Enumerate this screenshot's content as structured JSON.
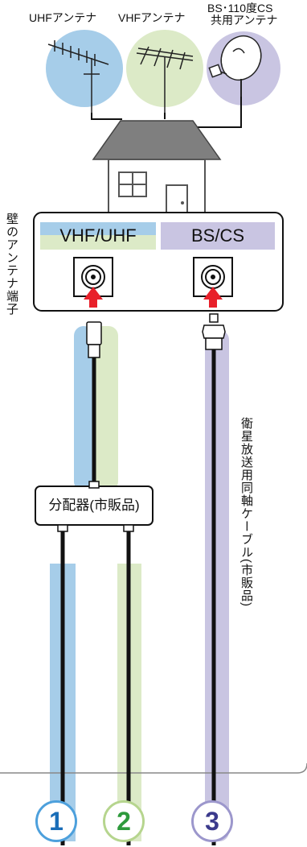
{
  "antennas": {
    "uhf_label": "UHFアンテナ",
    "vhf_label": "VHFアンテナ",
    "bscs_label_line1": "BS･110度CS",
    "bscs_label_line2": "共用アンテナ",
    "colors": {
      "uhf": "#a6cde9",
      "vhf": "#dceac7",
      "bscs": "#c9c5e2"
    }
  },
  "wall_terminal": {
    "side_label": "壁のアンテナ端子",
    "vhf_uhf_label": "VHF/UHF",
    "bs_cs_label": "BS/CS"
  },
  "splitter": {
    "label": "分配器(市販品)"
  },
  "cable_label": "衛星放送用同軸ケーブル(市販品)",
  "outputs": [
    {
      "number": "1",
      "color": "#1a6eb8"
    },
    {
      "number": "2",
      "color": "#2e9a3c"
    },
    {
      "number": "3",
      "color": "#3b3a8c"
    }
  ]
}
